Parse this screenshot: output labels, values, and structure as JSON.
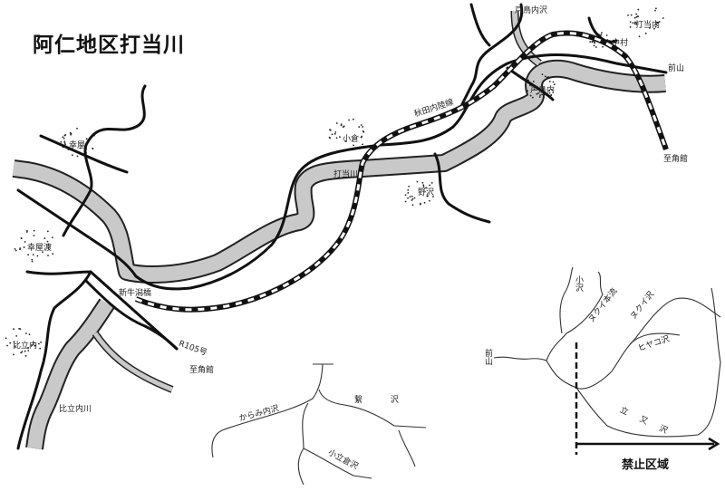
{
  "title": "阿仁地区打当川",
  "labels": {
    "todorinai_sawa": "戸鳥内沢",
    "utoutonai": "打当内",
    "nakamura": "中村",
    "maeyama": "前山",
    "todorinai": "戸鳥内",
    "akita_nairiku_line": "秋田内陸線",
    "to_kakunodate_east": "至角館",
    "ogura": "小倉",
    "utoutogawa": "打当川",
    "nozawa": "野沢",
    "kouya": "幸屋",
    "kouyawatari": "幸屋渡",
    "bridge": "新牛潟橋",
    "hitachinai": "比立内",
    "route": "R105号",
    "to_kakunodate_west": "至角館",
    "hitachinai_river": "比立内川",
    "karami_sawa": "からみ内沢",
    "tsunagi_sawa": "繋 沢",
    "kotachikura_sawa": "小立倉沢"
  },
  "inset": {
    "maeyama": "前山",
    "kosawa": "小沢",
    "nukui_honryu": "ヌクイ本流",
    "nukui_sawa": "ヌクイ沢",
    "hiyako_sawa": "ヒヤコ沢",
    "tachimata_sawa": "立 又 沢",
    "prohibited_area": "禁止区域"
  },
  "colors": {
    "river": "#c9c9c9",
    "ink": "#111111"
  }
}
